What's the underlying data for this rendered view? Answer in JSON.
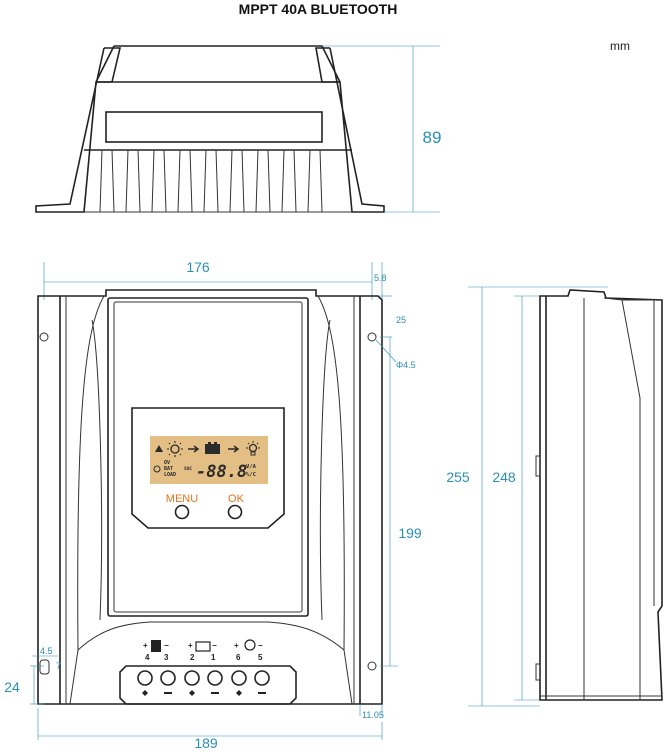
{
  "header": {
    "title": "MPPT 40A BLUETOOTH",
    "unit": "mm"
  },
  "dimensions": {
    "height_top_view": "89",
    "width_top": "176",
    "offset_right": "5.8",
    "hole_offset": "25",
    "hole_diameter": "Φ4.5",
    "hole_spacing": "199",
    "total_height": "255",
    "side_height": "248",
    "bottom_height": "24",
    "bottom_small_a": "4.5",
    "bottom_small_b": "7",
    "bottom_offset": "11.05",
    "total_width": "189"
  },
  "panel": {
    "lcd_reading": "-88.8",
    "lcd_status_lines": [
      "OV",
      "BAT",
      "LOAD"
    ],
    "lcd_soc": "SOC",
    "lcd_units": [
      "V/A",
      "%/C"
    ],
    "menu_label": "MENU",
    "ok_label": "OK"
  },
  "terminals": {
    "group_numbers": [
      "4",
      "3",
      "2",
      "1",
      "6",
      "5"
    ],
    "signs": [
      "+",
      "−",
      "+",
      "−",
      "+",
      "−"
    ]
  },
  "colors": {
    "dimension": "#2a8fb5",
    "lcd": "#e3bf85",
    "label": "#e8701a",
    "outline": "#222222"
  }
}
